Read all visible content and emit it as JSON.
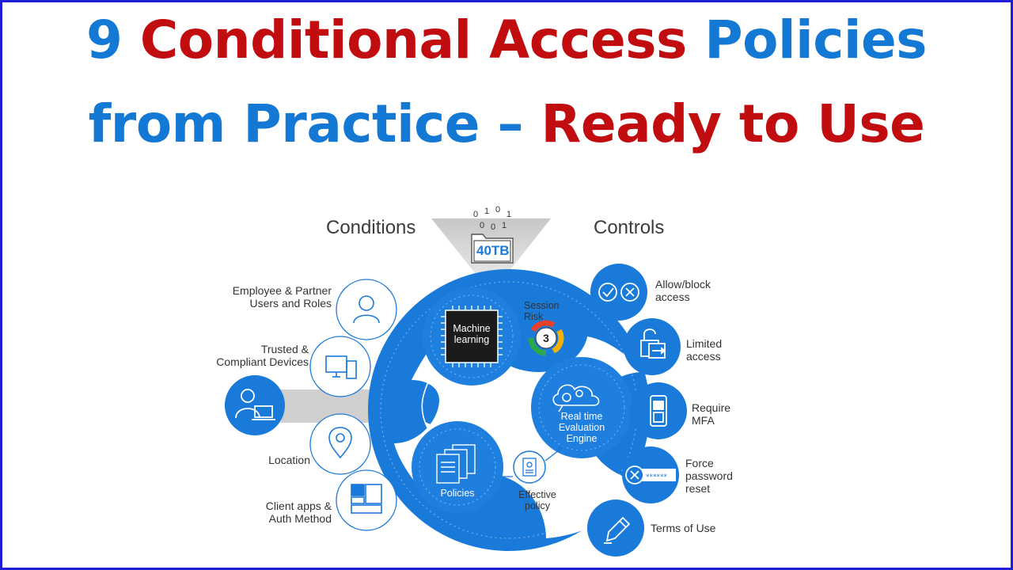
{
  "title": {
    "line1": [
      {
        "text": "9 ",
        "color": "#1479d4"
      },
      {
        "text": "Conditional Access ",
        "color": "#c10d10"
      },
      {
        "text": "Policies",
        "color": "#1479d4"
      }
    ],
    "line2": [
      {
        "text": "from Practice – ",
        "color": "#1479d4"
      },
      {
        "text": "Ready to Use",
        "color": "#c10d10"
      }
    ]
  },
  "diagram": {
    "conditions_header": "Conditions",
    "controls_header": "Controls",
    "data_volume": "40TB",
    "binary_digits": [
      "0",
      "1",
      "0",
      "1",
      "0",
      "0",
      "1"
    ],
    "conditions": [
      {
        "line1": "Employee & Partner",
        "line2": "Users and Roles",
        "icon": "user-icon"
      },
      {
        "line1": "Trusted &",
        "line2": "Compliant Devices",
        "icon": "devices-icon"
      },
      {
        "line1": "Location",
        "line2": "",
        "icon": "location-pin-icon"
      },
      {
        "line1": "Client apps &",
        "line2": "Auth Method",
        "icon": "client-apps-icon"
      }
    ],
    "center": {
      "machine_learning": [
        "Machine",
        "learning"
      ],
      "session_risk": [
        "Session",
        "Risk"
      ],
      "risk_value": "3",
      "engine": [
        "Real time",
        "Evaluation",
        "Engine"
      ],
      "policies": "Policies",
      "effective_policy": [
        "Effective",
        "policy"
      ]
    },
    "controls": [
      {
        "line1": "Allow/block",
        "line2": "access",
        "icon": "allow-block-icon"
      },
      {
        "line1": "Limited",
        "line2": "access",
        "icon": "lock-icon"
      },
      {
        "line1": "Require",
        "line2": "MFA",
        "icon": "phone-icon"
      },
      {
        "line1": "Force",
        "line2": "password",
        "line3": "reset",
        "icon": "password-reset-icon"
      },
      {
        "line1": "Terms of Use",
        "line2": "",
        "icon": "pen-icon"
      }
    ],
    "colors": {
      "primary_blue": "#1479d4",
      "dark_blue": "#0f6cc4",
      "ring_blue": "#1f7fde",
      "chip_dark": "#1b1b1b"
    }
  }
}
